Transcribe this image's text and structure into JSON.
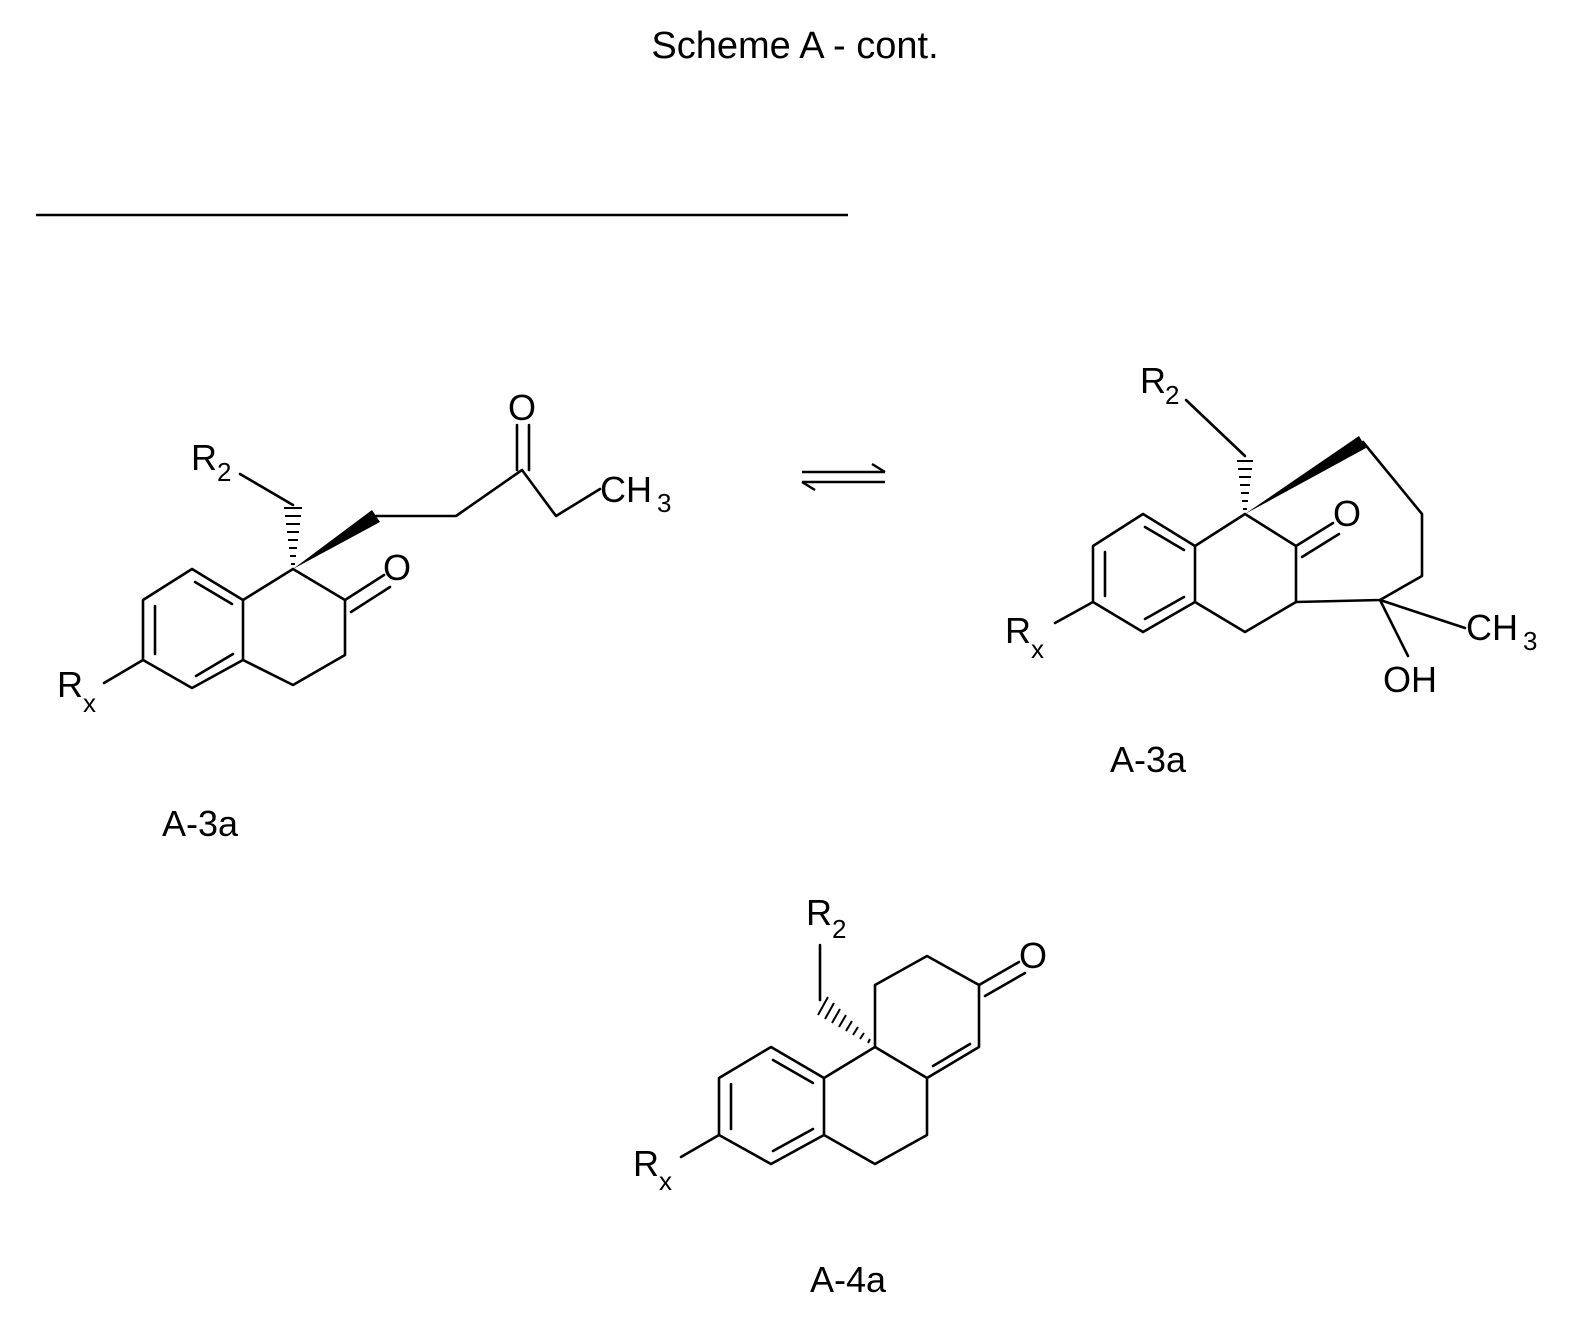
{
  "scheme_title": "Scheme A - cont.",
  "compounds": {
    "left": {
      "label": "A-3a",
      "atoms": {
        "R": "R",
        "R_sub": "2",
        "Rx": "R",
        "Rx_sub": "x",
        "O_ring": "O",
        "O_chain": "O",
        "CH": "CH",
        "CH_sub": "3"
      }
    },
    "right": {
      "label": "A-3a",
      "atoms": {
        "R": "R",
        "R_sub": "2",
        "Rx": "R",
        "Rx_sub": "x",
        "O": "O",
        "CH": "CH",
        "CH_sub": "3",
        "OH": "OH"
      }
    },
    "bottom": {
      "label": "A-4a",
      "atoms": {
        "R": "R",
        "R_sub": "2",
        "Rx": "R",
        "Rx_sub": "x",
        "O": "O"
      }
    }
  },
  "arrow": {
    "type": "equilibrium"
  }
}
